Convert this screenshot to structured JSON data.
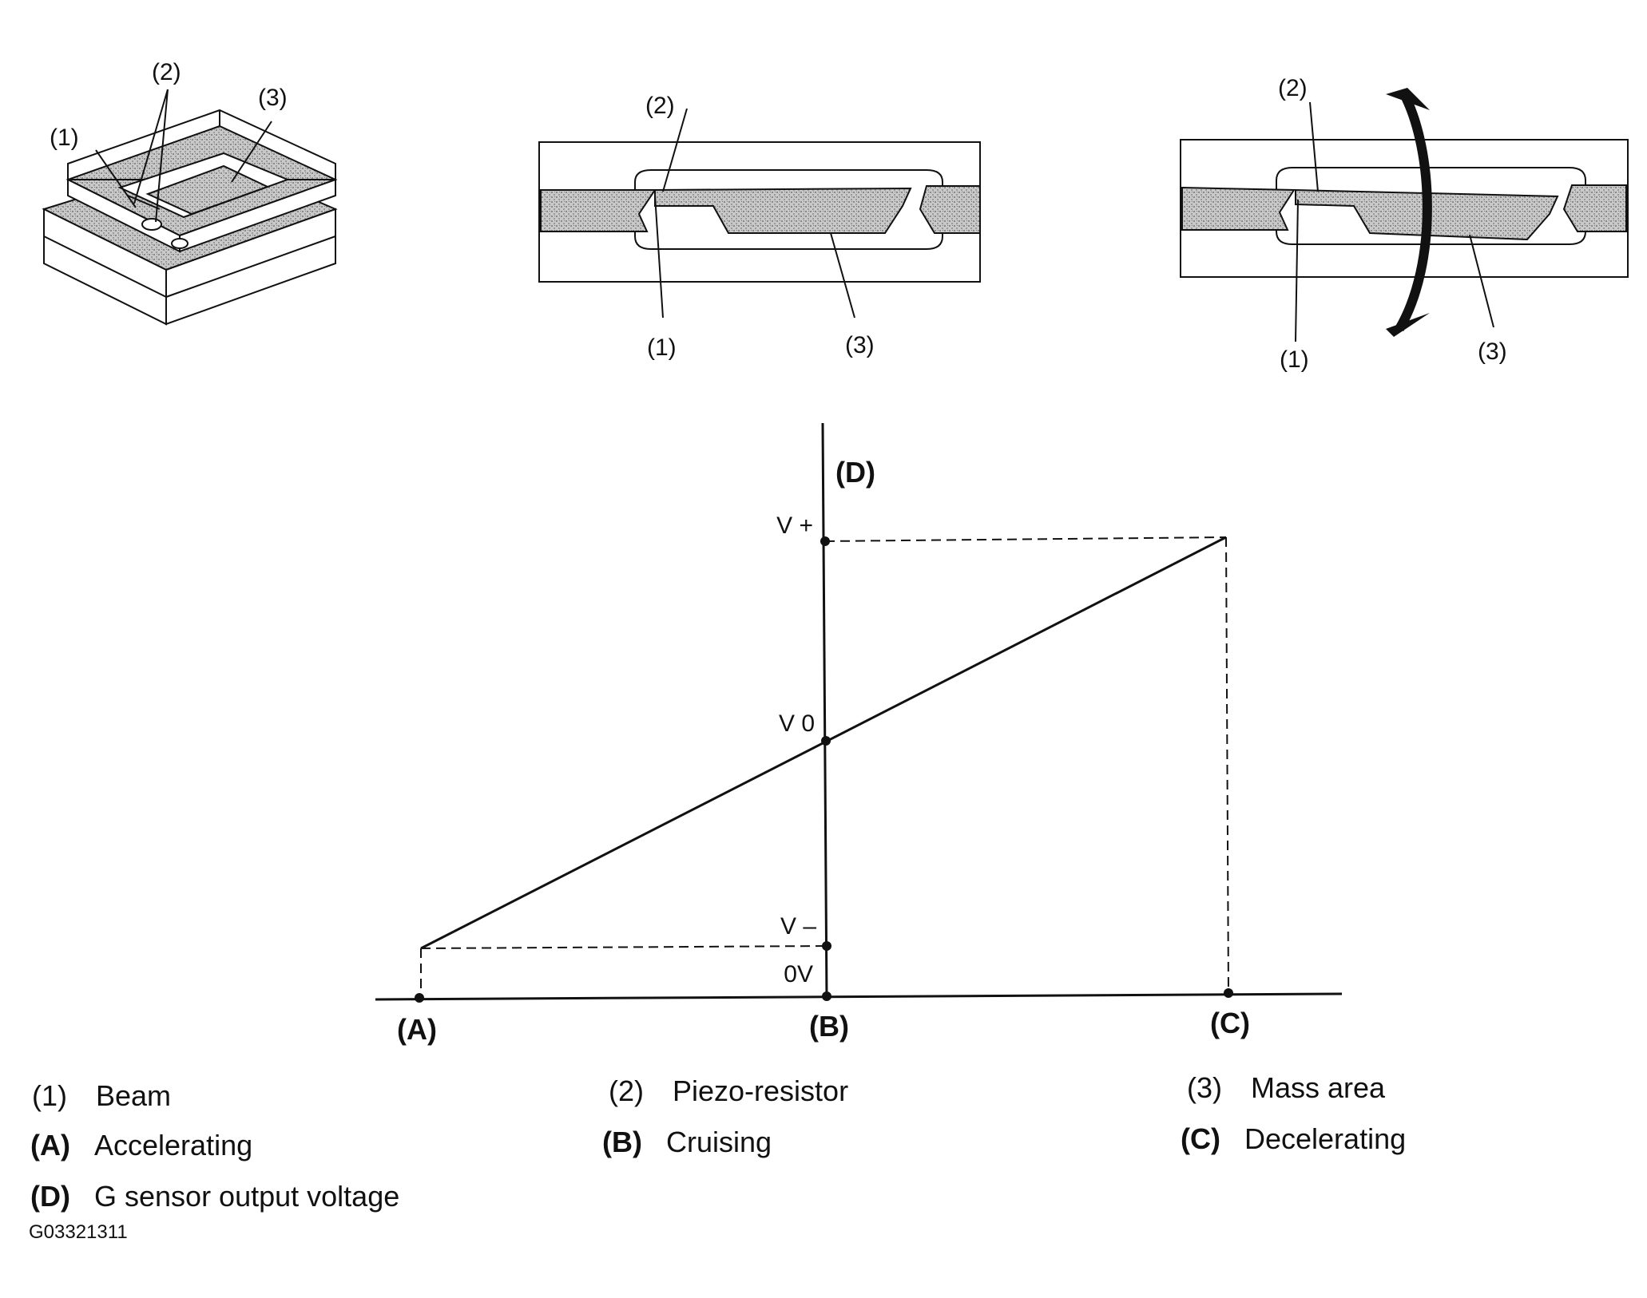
{
  "callouts": {
    "beam": "(1)",
    "piezo": "(2)",
    "mass": "(3)"
  },
  "graph": {
    "y_axis_label": "(D)",
    "ticks": {
      "vplus": "V +",
      "v0": "V 0",
      "vminus": "V –",
      "zero": "0V"
    },
    "points": {
      "a": "(A)",
      "b": "(B)",
      "c": "(C)"
    }
  },
  "legend": [
    {
      "key": "(1)",
      "text": "Beam",
      "bold": false
    },
    {
      "key": "(2)",
      "text": "Piezo-resistor",
      "bold": false
    },
    {
      "key": "(3)",
      "text": "Mass area",
      "bold": false
    },
    {
      "key": "(A)",
      "text": "Accelerating",
      "bold": true
    },
    {
      "key": "(B)",
      "text": "Cruising",
      "bold": true
    },
    {
      "key": "(C)",
      "text": "Decelerating",
      "bold": true
    },
    {
      "key": "(D)",
      "text": "G sensor output voltage",
      "bold": true
    }
  ],
  "figure_code": "G03321311",
  "colors": {
    "ink": "#111111",
    "fill_gray": "#bdbdbd",
    "line": "#111111"
  }
}
